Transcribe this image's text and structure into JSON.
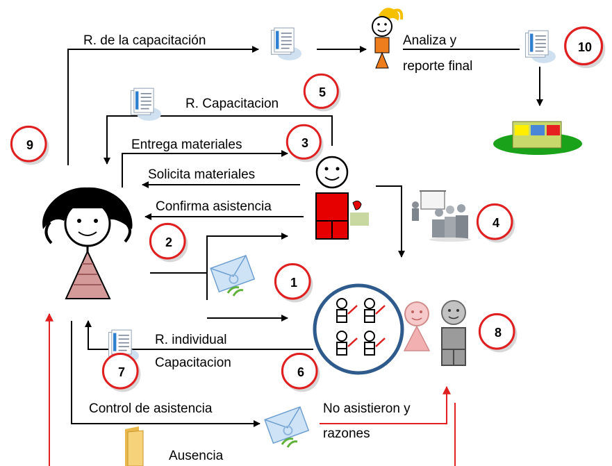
{
  "labels": {
    "r_capacitacion_top": "R. de la capacitación",
    "analiza_1": "Analiza y",
    "analiza_2": "reporte final",
    "r_capacitacion": "R. Capacitacion",
    "entrega_materiales": "Entrega materiales",
    "solicita_materiales": "Solicita materiales",
    "confirma_asistencia": "Confirma asistencia",
    "r_individual": "R. individual",
    "capacitacion": "Capacitacion",
    "control_asistencia": "Control de asistencia",
    "no_asistieron_1": "No asistieron y",
    "no_asistieron_2": "razones",
    "ausencia": "Ausencia"
  },
  "steps": {
    "s1": "1",
    "s2": "2",
    "s3": "3",
    "s4": "4",
    "s5": "5",
    "s6": "6",
    "s7": "7",
    "s8": "8",
    "s9": "9",
    "s10": "10"
  },
  "colors": {
    "badge_ring": "#e02020",
    "red_line": "#e02020",
    "instructor_body": "#e60000",
    "coordinator_body": "#d49a9a",
    "group_circle": "#2e5b8c",
    "report_block": "#c8d86a",
    "green_base": "#1aa31a"
  },
  "icons": [
    "document-icon",
    "envelope-icon",
    "folder-icon",
    "presentation-icon"
  ]
}
